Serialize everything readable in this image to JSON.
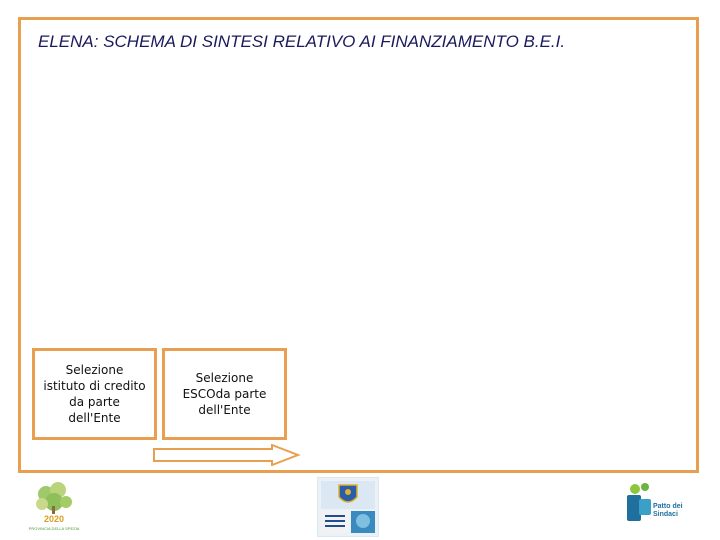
{
  "slide": {
    "title": "ELENA: SCHEMA DI SINTESI RELATIVO AI FINANZIAMENTO B.E.I.",
    "steps": [
      {
        "label": "Selezione istituto di credito da parte dell'Ente"
      },
      {
        "label": "Selezione ESCOda parte dell'Ente"
      }
    ]
  },
  "logos": {
    "provincia": {
      "year": "2020",
      "name": "PROVINCIA DELLA SPEZIA"
    },
    "patto": {
      "name_line1": "Patto dei",
      "name_line2": "Sindaci"
    }
  },
  "colors": {
    "frame": "#e8a050",
    "title": "#1a1a5e"
  }
}
